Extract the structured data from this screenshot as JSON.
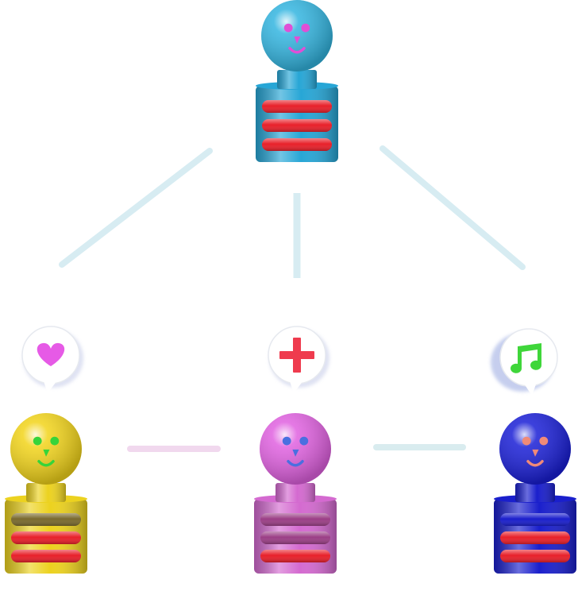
{
  "diagram": {
    "root": {
      "id": "top-figure",
      "head_color": "#33b5e0",
      "eye_color": "#e04fd6",
      "nose_color": "#e04fd6",
      "smile_color": "#e04fd6",
      "body_color": "#27a6d6",
      "stripe_colors": [
        "#e8202a",
        "#e8202a",
        "#e8202a"
      ]
    },
    "children": [
      {
        "id": "yellow-figure",
        "head_color": "#f2d41a",
        "eye_color": "#36d43a",
        "nose_color": "#36d43a",
        "smile_color": "#36d43a",
        "body_color": "#ecd21f",
        "stripe_colors": [
          "#7a6a2e",
          "#e8202a",
          "#e8202a"
        ],
        "bubble_icon": "heart-icon",
        "bubble_icon_color": "#e65ae6"
      },
      {
        "id": "pink-figure",
        "head_color": "#e061e0",
        "eye_color": "#4a6fe0",
        "nose_color": "#4a6fe0",
        "smile_color": "#4a6fe0",
        "body_color": "#d46ad0",
        "stripe_colors": [
          "#9b3f86",
          "#9b3f86",
          "#e8202a"
        ],
        "bubble_icon": "plus-icon",
        "bubble_icon_color": "#ef3b4e"
      },
      {
        "id": "blue-figure",
        "head_color": "#1a1fd6",
        "eye_color": "#f08a78",
        "nose_color": "#f08a78",
        "smile_color": "#f08a78",
        "body_color": "#1a1fcc",
        "stripe_colors": [
          "#1a1fcc",
          "#e8202a",
          "#e8202a"
        ],
        "bubble_icon": "music-note-icon",
        "bubble_icon_color": "#3fd63a"
      }
    ],
    "connector_colors": {
      "tree": "#d7ecf2",
      "yellow_pink": "#f1d8ee",
      "pink_blue": "#d9ecef"
    }
  }
}
